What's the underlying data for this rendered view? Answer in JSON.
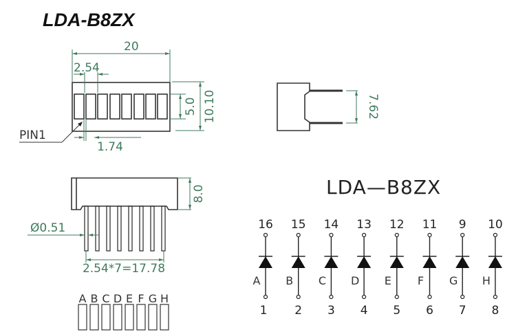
{
  "title": "LDA-B8ZX",
  "top_view": {
    "dimensions": {
      "width": "20",
      "pitch": "2.54",
      "segment_height": "5.0",
      "body_height": "10.10",
      "gap": "1.74"
    },
    "pin1_label": "PIN1"
  },
  "side_view": {
    "dimensions": {
      "lead_spacing": "7.62"
    }
  },
  "front_view": {
    "dimensions": {
      "body_height": "8.0",
      "lead_diameter": "Ø0.51",
      "pin_span": "2.54*7=17.78"
    },
    "pin_count": 8
  },
  "segment_map": {
    "labels": [
      "A",
      "B",
      "C",
      "D",
      "E",
      "F",
      "G",
      "H"
    ]
  },
  "schematic": {
    "title": "LDA—B8ZX",
    "channels": [
      {
        "segment": "A",
        "anode": "16",
        "cathode": "1"
      },
      {
        "segment": "B",
        "anode": "15",
        "cathode": "2"
      },
      {
        "segment": "C",
        "anode": "14",
        "cathode": "3"
      },
      {
        "segment": "D",
        "anode": "13",
        "cathode": "4"
      },
      {
        "segment": "E",
        "anode": "12",
        "cathode": "5"
      },
      {
        "segment": "F",
        "anode": "11",
        "cathode": "6"
      },
      {
        "segment": "G",
        "anode": "9",
        "cathode": "7"
      },
      {
        "segment": "H",
        "anode": "10",
        "cathode": "8"
      }
    ]
  },
  "colors": {
    "dimension_line": "#3f7a5c",
    "outline": "#333333",
    "background": "#ffffff"
  }
}
